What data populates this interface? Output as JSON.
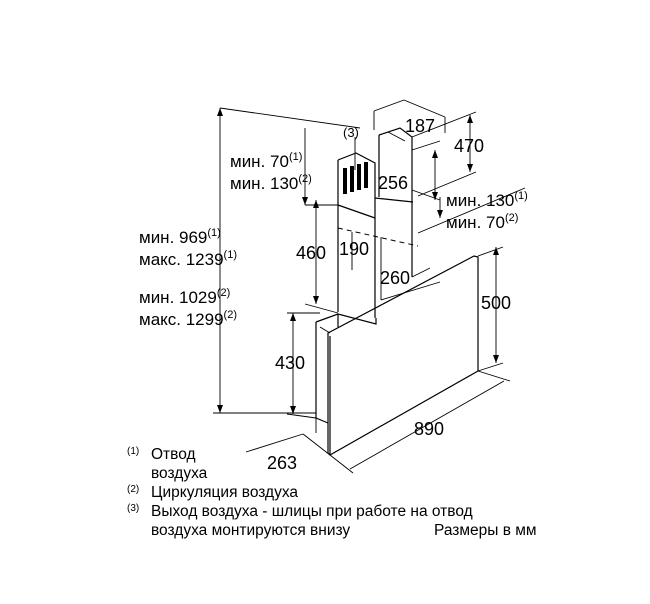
{
  "dimensions": {
    "d187": "187",
    "d470": "470",
    "d256": "256",
    "d190": "190",
    "d460": "460",
    "d260": "260",
    "d500": "500",
    "d430": "430",
    "d890": "890",
    "d263": "263"
  },
  "chimney_top_label": {
    "line1": "мин. 70",
    "sup1": "(1)",
    "line2": "мин. 130",
    "sup2": "(2)"
  },
  "chimney_right_label": {
    "line1": "мин. 130",
    "sup1": "(1)",
    "line2": "мин. 70",
    "sup2": "(2)"
  },
  "height_label_1": {
    "line1": "мин. 969",
    "sup1": "(1)",
    "line2": "макс. 1239",
    "sup2": "(1)"
  },
  "height_label_2": {
    "line1": "мин. 1029",
    "sup1": "(2)",
    "line2": "макс. 1299",
    "sup2": "(2)"
  },
  "slot_marker": "(3)",
  "legend": {
    "items": [
      {
        "num": "(1)",
        "line1": "Отвод",
        "line2": "воздуха"
      },
      {
        "num": "(2)",
        "line1": "Циркуляция воздуха"
      },
      {
        "num": "(3)",
        "line1": "Выход воздуха - шлицы при работе на отвод",
        "line2": "воздуха монтируются внизу"
      }
    ],
    "units_note": "Размеры в мм"
  }
}
